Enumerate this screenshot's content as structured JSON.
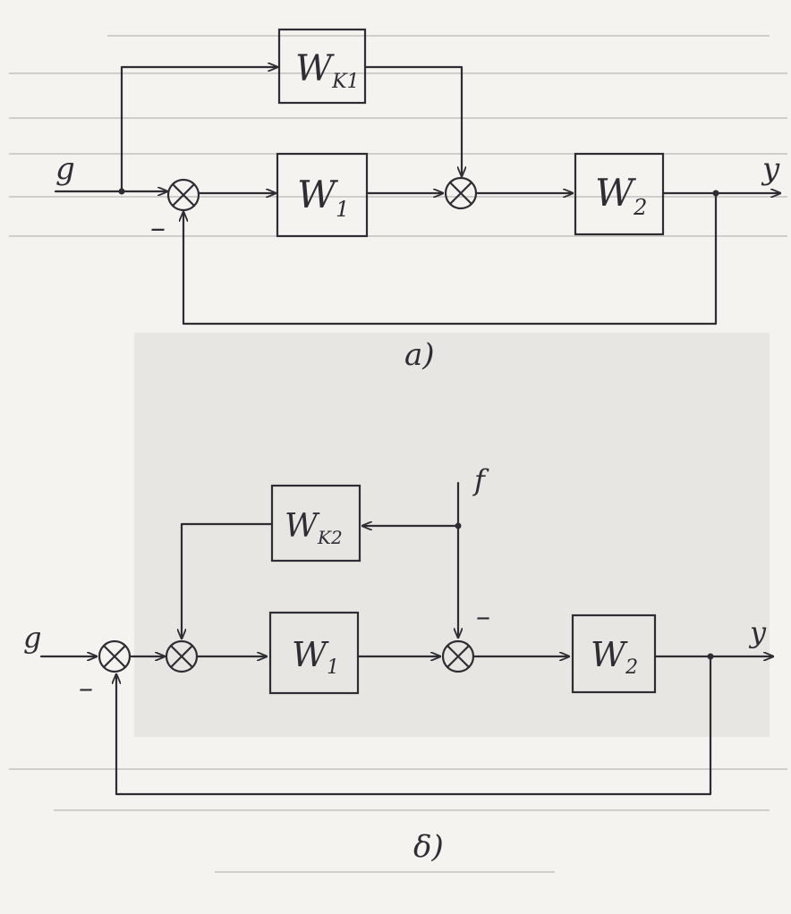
{
  "diagram_a": {
    "caption": "a)",
    "input_label": "g",
    "output_label": "y",
    "minus_sign": "–",
    "blocks": {
      "wk1": {
        "main": "W",
        "sub": "K1"
      },
      "w1": {
        "main": "W",
        "sub": "1"
      },
      "w2": {
        "main": "W",
        "sub": "2"
      }
    }
  },
  "diagram_b": {
    "caption": "δ)",
    "input_label": "g",
    "output_label": "y",
    "disturbance_label": "f",
    "minus_sign_feedback": "–",
    "minus_sign_disturbance": "–",
    "blocks": {
      "wk2": {
        "main": "W",
        "sub": "K2"
      },
      "w1": {
        "main": "W",
        "sub": "1"
      },
      "w2": {
        "main": "W",
        "sub": "2"
      }
    }
  },
  "colors": {
    "ink": "#2d2d33",
    "paper": "#f4f3f0",
    "shade": "#dcdbd8"
  }
}
